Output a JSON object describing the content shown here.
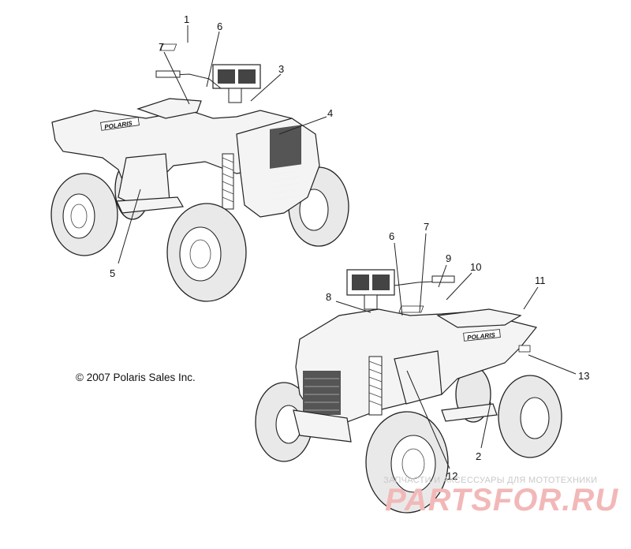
{
  "callouts": [
    {
      "id": "1",
      "label": "1"
    },
    {
      "id": "6a",
      "label": "6"
    },
    {
      "id": "7a",
      "label": "7"
    },
    {
      "id": "3",
      "label": "3"
    },
    {
      "id": "4",
      "label": "4"
    },
    {
      "id": "5",
      "label": "5"
    },
    {
      "id": "6b",
      "label": "6"
    },
    {
      "id": "7b",
      "label": "7"
    },
    {
      "id": "9",
      "label": "9"
    },
    {
      "id": "10",
      "label": "10"
    },
    {
      "id": "11",
      "label": "11"
    },
    {
      "id": "8",
      "label": "8"
    },
    {
      "id": "13",
      "label": "13"
    },
    {
      "id": "2",
      "label": "2"
    },
    {
      "id": "12",
      "label": "12"
    }
  ],
  "decal_text": {
    "brand_rear": "POLARIS",
    "brand_front": "POLARIS"
  },
  "copyright": "© 2007 Polaris Sales Inc.",
  "watermark": {
    "tagline": "ЗАПЧАСТИ И АКСЕССУАРЫ ДЛЯ МОТОТЕХНИКИ",
    "logo": "PARTSFOR.RU"
  }
}
